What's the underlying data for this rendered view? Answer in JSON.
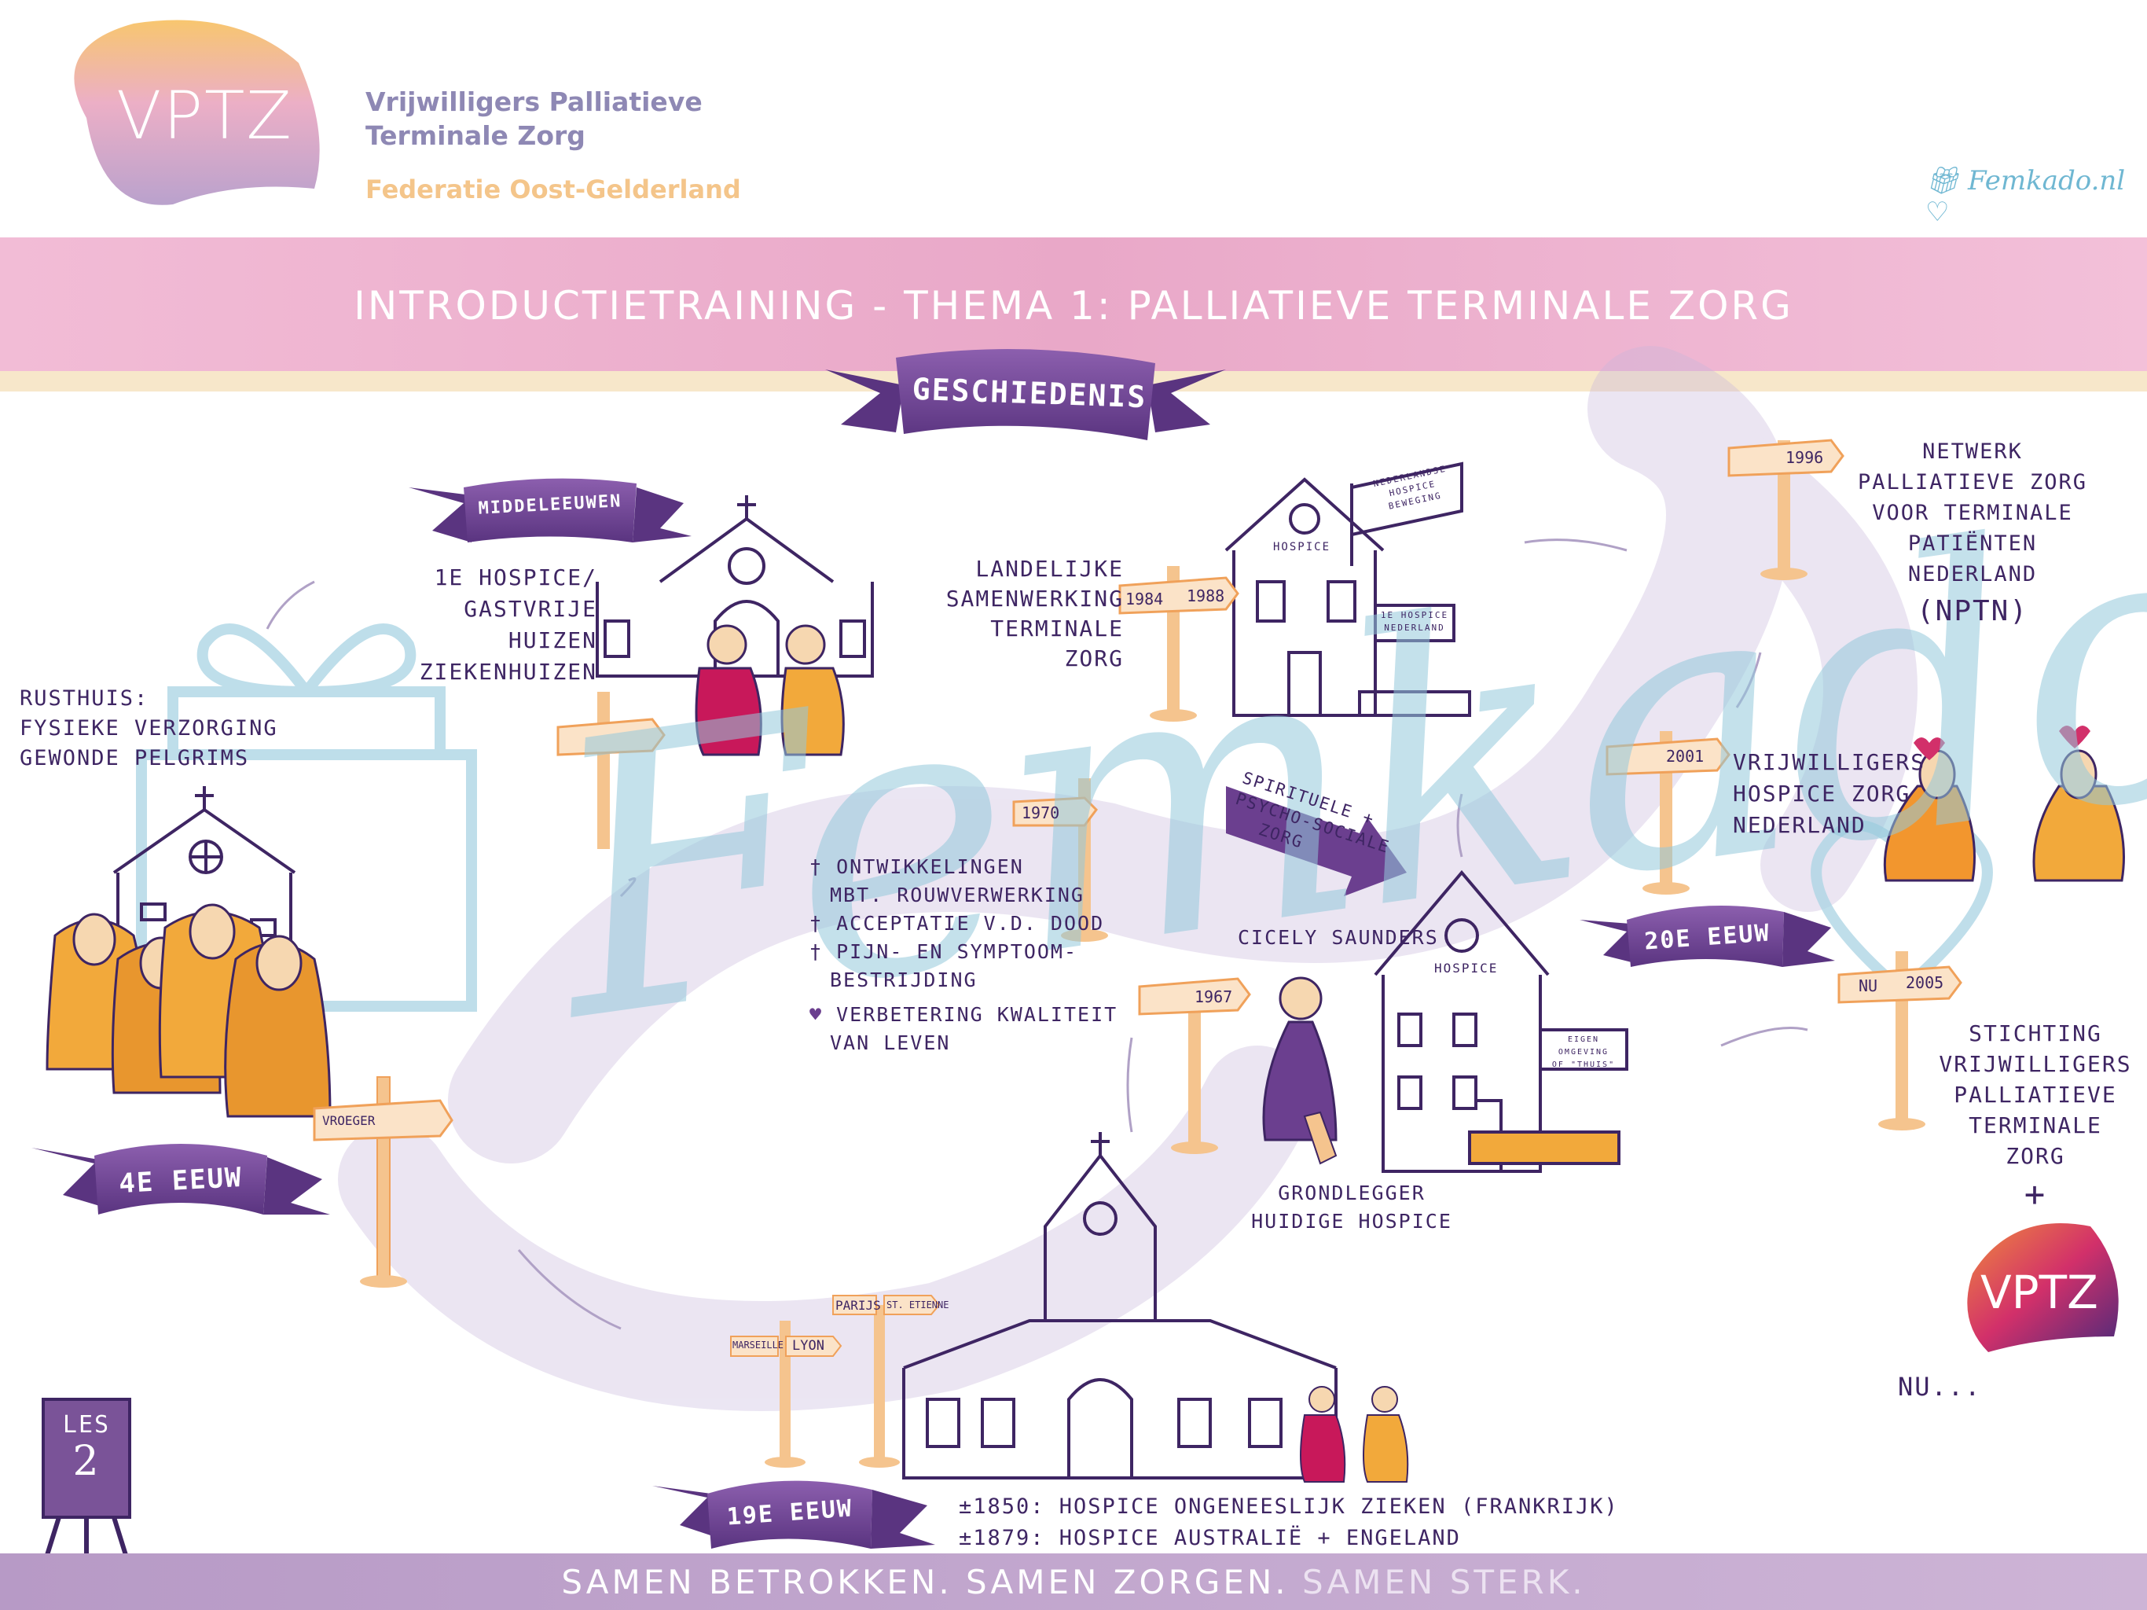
{
  "header": {
    "logo_text": "VPTZ",
    "org_line1": "Vrijwilligers Palliatieve",
    "org_line2": "Terminale Zorg",
    "org_line3": "Federatie Oost-Gelderland",
    "femkado": "Femkado.nl"
  },
  "banner": {
    "title": "INTRODUCTIETRAINING - THEMA 1: PALLIATIEVE TERMINALE ZORG"
  },
  "ribbon_main": "GESCHIEDENIS",
  "watermark": "Femkado",
  "sections": {
    "middeleeuwen": {
      "ribbon": "MIDDELEEUWEN",
      "line1": "1e HOSPICE/",
      "line2": "GASTVRIJE HUIZEN",
      "line3": "ZIEKENHUIZEN"
    },
    "rusthuis": {
      "line1": "RUSTHUIS:",
      "line2": "FYSIEKE VERZORGING",
      "line3": "GEWONDE PELGRIMS"
    },
    "vierde_eeuw": {
      "ribbon": "4e EEUW",
      "sign": "VROEGER"
    },
    "landelijke": {
      "line1": "LANDELIJKE",
      "line2": "SAMENWERKING",
      "line3": "TERMINALE ZORG",
      "year_a": "1984",
      "year_b": "1988",
      "house_label": "HOSPICE",
      "flag_line1": "NEDERLANDSE",
      "flag_line2": "HOSPICE",
      "flag_line3": "BEWEGING",
      "sign_line1": "1e HOSPICE",
      "sign_line2": "NEDERLAND"
    },
    "nptn": {
      "year": "1996",
      "line1": "NETWERK",
      "line2": "PALLIATIEVE ZORG",
      "line3": "VOOR TERMINALE PATIËNTEN",
      "line4": "NEDERLAND",
      "line5": "(NPTN)"
    },
    "vhzn": {
      "year": "2001",
      "line1": "VRIJWILLIGERS",
      "line2": "HOSPICE ZORG",
      "line3": "NEDERLAND"
    },
    "twintigste": {
      "ribbon": "20e EEUW"
    },
    "ontwikkelingen": {
      "year": "1970",
      "item1a": "ONTWIKKELINGEN",
      "item1b": "MBT. ROUWVERWERKING",
      "item2": "ACCEPTATIE v.d. DOOD",
      "item3a": "PIJN- EN SYMPTOOM-",
      "item3b": "BESTRIJDING",
      "item4a": "VERBETERING KWALITEIT",
      "item4b": "VAN LEVEN"
    },
    "saunders": {
      "year": "1967",
      "arrow_line1": "SPIRITUELE +",
      "arrow_line2": "PSYCHO-SOCIALE",
      "arrow_line3": "ZORG",
      "name": "CICELY SAUNDERS",
      "house_label": "HOSPICE",
      "sign_line1": "EIGEN OMGEVING",
      "sign_line2": "OF \"THUIS\"",
      "line1": "GRONDLEGGER",
      "line2": "HUIDIGE HOSPICE"
    },
    "stichting": {
      "year_a": "NU",
      "year_b": "2005",
      "line1": "STICHTING",
      "line2": "VRIJWILLIGERS",
      "line3": "PALLIATIEVE",
      "line4": "TERMINALE",
      "line5": "ZORG",
      "plus": "+",
      "logo": "VPTZ",
      "nu": "NU..."
    },
    "negentiende": {
      "ribbon": "19e EEUW",
      "sign1": "MARSEILLE",
      "sign2": "LYON",
      "sign3": "PARIJS",
      "sign4": "ST. ETIENNE",
      "line1": "±1850: HOSPICE ONGENEESLIJK ZIEKEN (FRANKRIJK)",
      "line2": "±1879: HOSPICE AUSTRALIË + ENGELAND"
    }
  },
  "easel": {
    "line1": "LES",
    "line2": "2"
  },
  "footer": {
    "part1": "SAMEN BETROKKEN. SAMEN ZORGEN.",
    "part2": "SAMEN STERK."
  },
  "colors": {
    "purple_dark": "#3e2563",
    "purple": "#6b3f8f",
    "pink_banner": "#eeb3d0",
    "orange": "#f4a94b",
    "footer_bg": "#c4a8cf"
  }
}
